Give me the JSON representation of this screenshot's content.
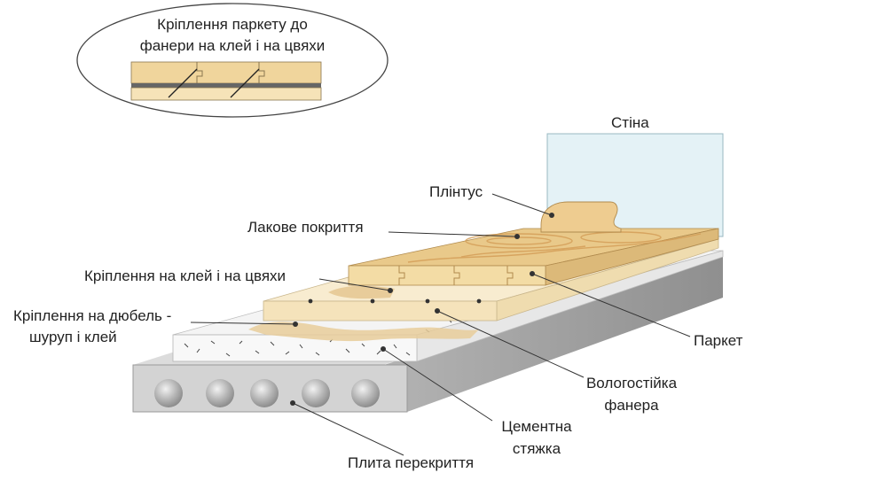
{
  "inset": {
    "caption_line1": "Кріплення паркету до",
    "caption_line2": "фанери на клей і на цвяхи"
  },
  "labels": {
    "wall": "Стіна",
    "skirting": "Плінтус",
    "lacquer": "Лакове покриття",
    "glue_nails": "Кріплення на клей і на цвяхи",
    "dowel_line1": "Кріплення на дюбель -",
    "dowel_line2": "шуруп і клей",
    "parquet": "Паркет",
    "plywood_line1": "Вологостійка",
    "plywood_line2": "фанера",
    "screed_line1": "Цементна",
    "screed_line2": "стяжка",
    "slab": "Плита перекриття"
  },
  "colors": {
    "wall_fill": "#e4f2f6",
    "wall_stroke": "#9ab8c2",
    "parquet_top": "#e9c98a",
    "parquet_face": "#f3dca5",
    "wood_grain": "#d39c55",
    "plywood": "#f5e3bb",
    "screed": "#f8f8f8",
    "slab": "#d3d3d3",
    "slab_hole": "#a9a9a9",
    "leader": "#333333"
  }
}
